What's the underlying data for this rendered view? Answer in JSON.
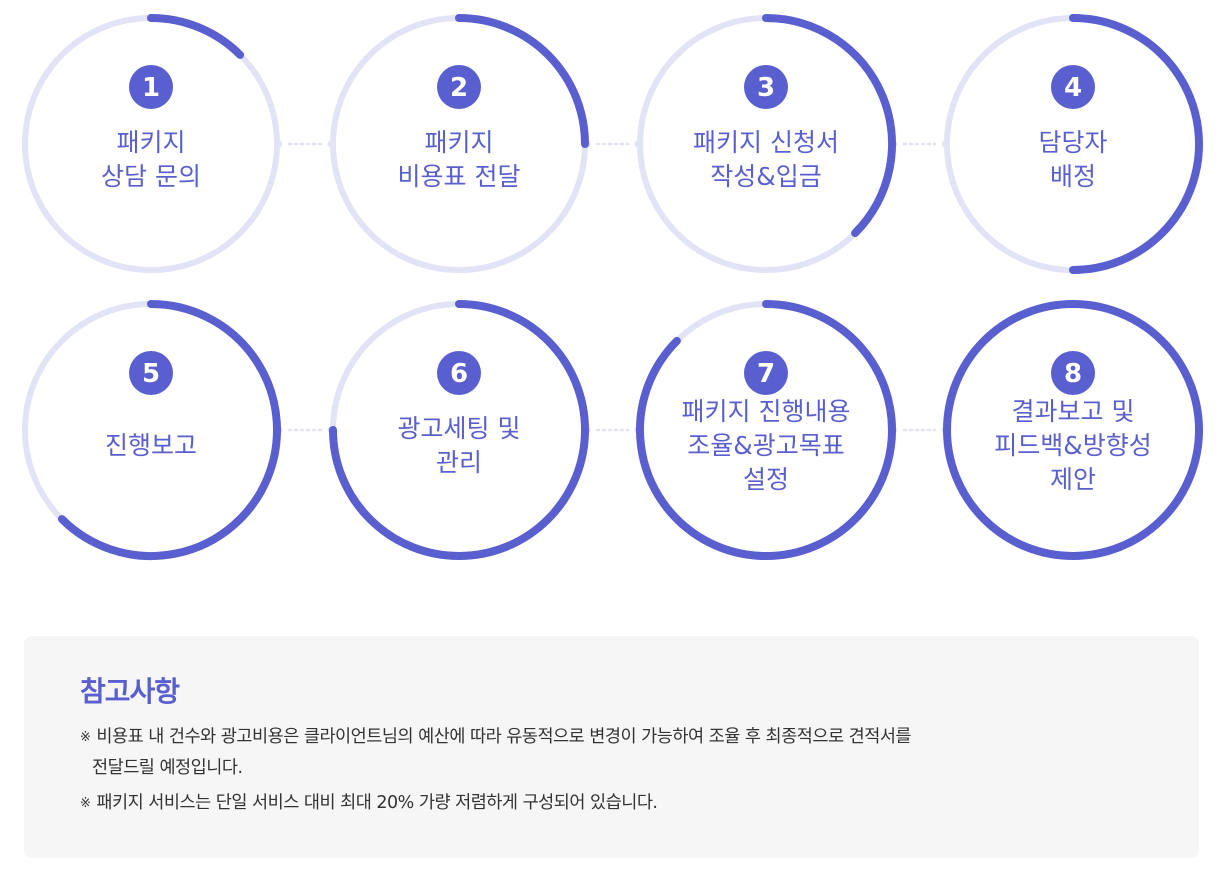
{
  "colors": {
    "accent": "#5a5fcf",
    "track": "#e2e3f6",
    "number_text": "#ffffff",
    "panel_bg": "#f6f6f6",
    "body_text": "#333333"
  },
  "steps": [
    {
      "number": "1",
      "lines": [
        "패키지",
        "상담 문의"
      ],
      "progress": 0.125
    },
    {
      "number": "2",
      "lines": [
        "패키지",
        "비용표 전달"
      ],
      "progress": 0.25
    },
    {
      "number": "3",
      "lines": [
        "패키지 신청서",
        "작성&입금"
      ],
      "progress": 0.375
    },
    {
      "number": "4",
      "lines": [
        "담당자",
        "배정"
      ],
      "progress": 0.5
    },
    {
      "number": "5",
      "lines": [
        "진행보고"
      ],
      "progress": 0.625
    },
    {
      "number": "6",
      "lines": [
        "광고세팅 및",
        "관리"
      ],
      "progress": 0.75
    },
    {
      "number": "7",
      "lines": [
        "패키지 진행내용",
        "조율&광고목표",
        "설정"
      ],
      "progress": 0.875
    },
    {
      "number": "8",
      "lines": [
        "결과보고 및",
        "피드백&방향성",
        "제안"
      ],
      "progress": 1.0
    }
  ],
  "notes": {
    "title": "참고사항",
    "mark": "※",
    "items": [
      {
        "line1": "비용표 내 건수와 광고비용은 클라이언트님의 예산에 따라 유동적으로 변경이 가능하여 조율 후 최종적으로 견적서를",
        "line2": "전달드릴 예정입니다."
      },
      {
        "line1": "패키지 서비스는 단일 서비스 대비 최대 20% 가량 저렴하게 구성되어 있습니다."
      }
    ]
  }
}
